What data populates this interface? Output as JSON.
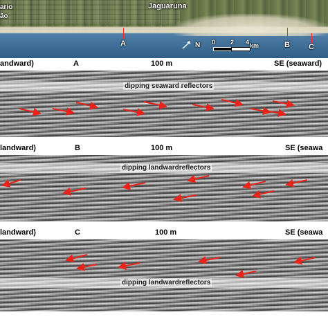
{
  "map": {
    "town_label": "Jaguaruna",
    "edge_label_top": "ario",
    "edge_label_bottom": "ão",
    "line_labels": [
      "A",
      "B",
      "C"
    ],
    "north_label": "N",
    "scale_ticks": [
      "0",
      "2",
      "4"
    ],
    "scale_unit": "km"
  },
  "profiles": [
    {
      "id": "A",
      "left_label": "andward)",
      "right_label": "SE (seaward)",
      "scale_label": "100 m",
      "reflector_text": "dipping seaward reflectors",
      "arrow_direction": "seaward"
    },
    {
      "id": "B",
      "left_label": "landward)",
      "right_label": "SE (seawa",
      "scale_label": "100 m",
      "reflector_text": "dipping landwardreflectors",
      "arrow_direction": "landward"
    },
    {
      "id": "C",
      "left_label": "landward)",
      "right_label": "SE (seawa",
      "scale_label": "100 m",
      "reflector_text": "dipping landwardreflectors",
      "arrow_direction": "landward"
    }
  ],
  "colors": {
    "arrow": "#e8231b",
    "location_line": "#ff2a2a"
  }
}
